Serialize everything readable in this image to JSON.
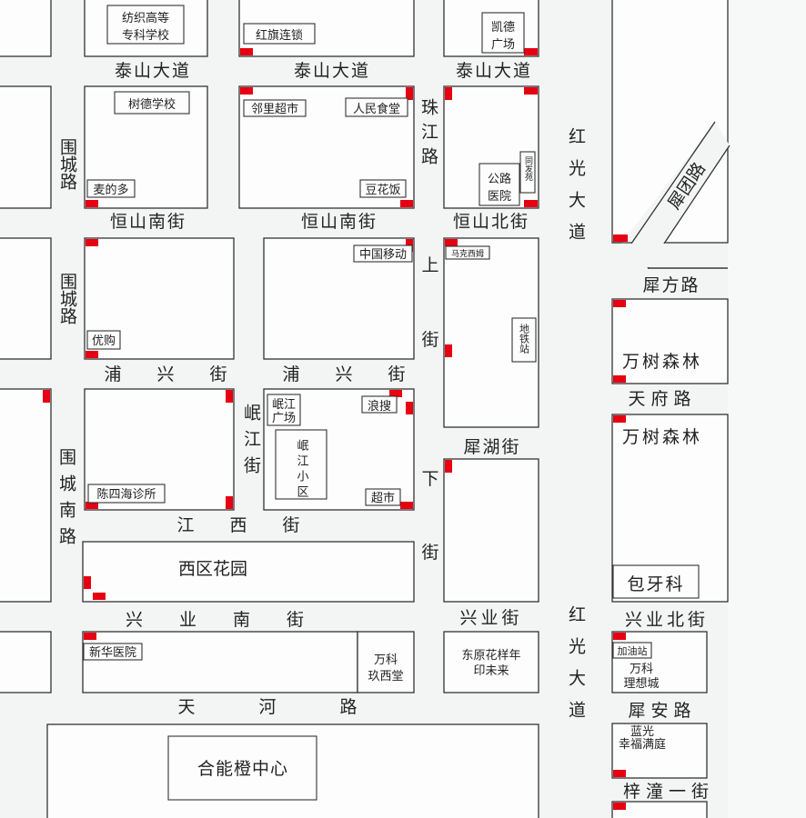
{
  "streets": {
    "taishan": "泰山大道",
    "hengshan_nan": "恒山南街",
    "hengshan_bei": "恒山北街",
    "weicheng": "围城路",
    "weicheng_nan": "围城南路",
    "pu": "浦",
    "xing": "兴",
    "jie": "街",
    "jiang": "江",
    "xi": "西",
    "minjiang": "岷江街",
    "zhujiang": "珠江路",
    "shang": "上",
    "xia": "下",
    "xihu": "犀湖街",
    "xingye_nan": "兴业南街",
    "xingye": "兴业街",
    "xingye_bei": "兴业北街",
    "tian": "天",
    "he": "河",
    "lu": "路",
    "hongguang": "红光大道",
    "xituan": "犀团路",
    "xifang": "犀方路",
    "tianfu": "天府路",
    "xian": "犀安路",
    "zitong": "梓潼一街"
  },
  "pois": {
    "fangzhi_1": "纺织高等",
    "fangzhi_2": "专科学校",
    "hongqi": "红旗连锁",
    "kaide_1": "凯德",
    "kaide_2": "广场",
    "shude": "树德学校",
    "linli": "邻里超市",
    "renmin": "人民食堂",
    "maideduo": "麦的多",
    "douhuafan": "豆花饭",
    "gonglu_1": "公路",
    "gonglu_2": "医院",
    "tongfa": "同发苑",
    "zhongguo_yidong": "中国移动",
    "makexi": "马克西姆",
    "youguo": "优购",
    "ditie": "地铁站",
    "minjiang_gc_1": "岷江",
    "minjiang_gc_2": "广场",
    "langsou": "浪搜",
    "minjiang_xq": "岷江小区",
    "chaoshi": "超市",
    "chensihai": "陈四海诊所",
    "xihuayuan": "西区花园",
    "wanshu_1": "万树森林",
    "wanshu_2": "万树森林",
    "baoyake": "包牙科",
    "xinhua": "新华医院",
    "wanke_jxt_1": "万科",
    "wanke_jxt_2": "玖西堂",
    "dongyuan_1": "东原花样年",
    "dongyuan_2": "印未来",
    "jiayouzhan": "加油站",
    "wanke_lxc_1": "万科",
    "wanke_lxc_2": "理想城",
    "languang_1": "蓝光",
    "languang_2": "幸福满庭",
    "heneng": "合能橙中心"
  },
  "colors": {
    "marker": "#e60012",
    "block": "#fdfdfd",
    "road": "#f3f4f4",
    "line": "#333333"
  }
}
